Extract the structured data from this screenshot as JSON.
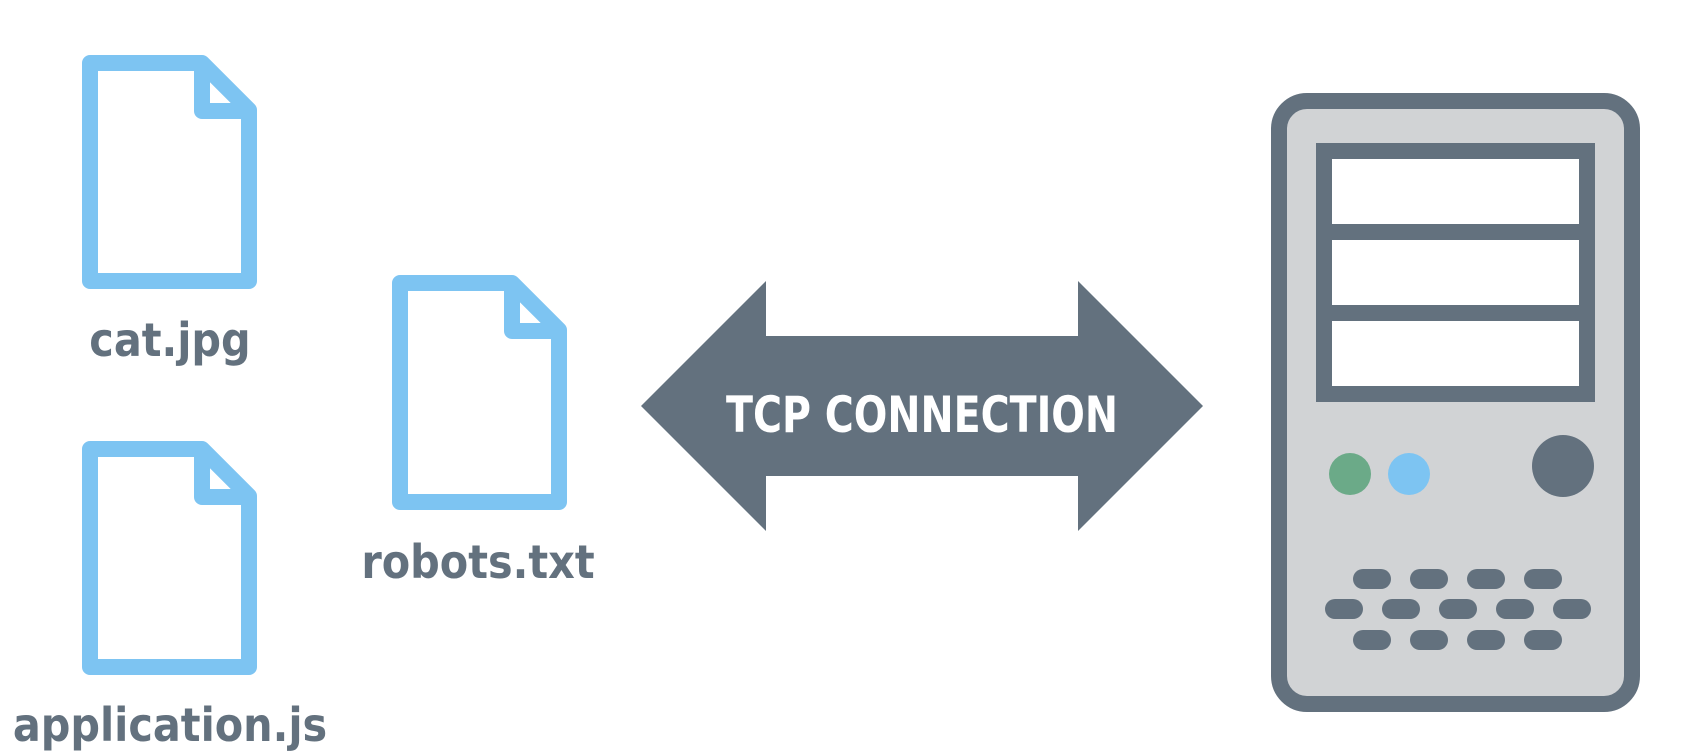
{
  "colors": {
    "file_outline": "#7DC4F2",
    "slate": "#63717E",
    "server_body": "#D1D3D5",
    "white": "#FFFFFF",
    "green_led": "#6BAA88",
    "blue_led": "#7DC4F2"
  },
  "files": [
    {
      "label": "cat.jpg",
      "icon": "document-icon"
    },
    {
      "label": "application.js",
      "icon": "document-icon"
    },
    {
      "label": "robots.txt",
      "icon": "document-icon"
    }
  ],
  "connection": {
    "label": "TCP CONNECTION",
    "icon": "double-arrow-icon"
  },
  "server": {
    "icon": "server-icon"
  }
}
